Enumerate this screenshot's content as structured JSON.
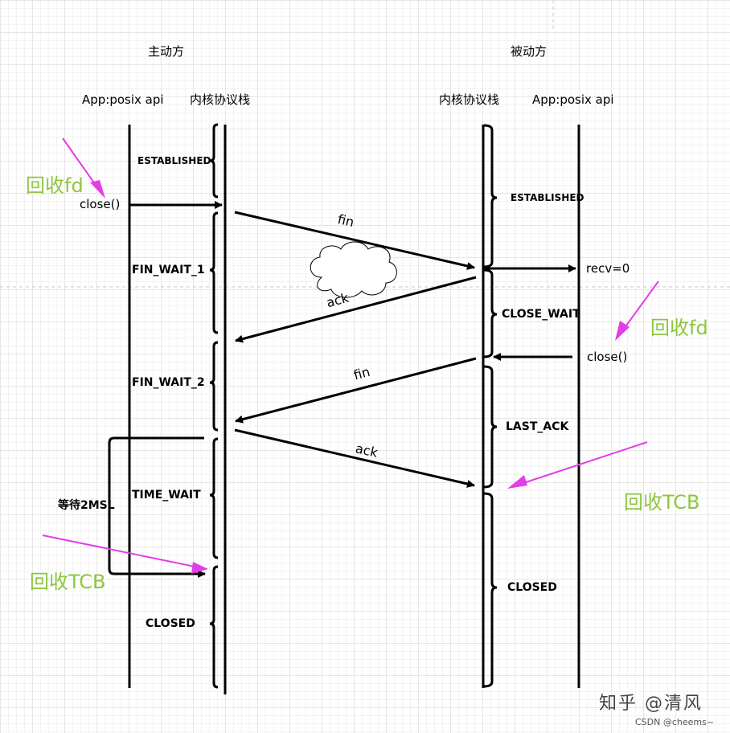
{
  "headers": {
    "active": "主动方",
    "passive": "被动方"
  },
  "columns": {
    "app_left": "App:posix api",
    "kernel_left": "内核协议栈",
    "kernel_right": "内核协议栈",
    "app_right": "App:posix api"
  },
  "left_states": [
    "ESTABLISHED",
    "FIN_WAIT_1",
    "FIN_WAIT_2",
    "TIME_WAIT",
    "CLOSED"
  ],
  "right_states": [
    "ESTABLISHED",
    "CLOSE_WAIT",
    "LAST_ACK",
    "CLOSED"
  ],
  "calls": {
    "left_close": "close()",
    "right_recv": "recv=0",
    "right_close": "close()"
  },
  "messages": {
    "fin1": "fin",
    "ack1": "ack",
    "fin2": "fin",
    "ack2": "ack"
  },
  "wait_label": "等待2MSL",
  "annotations": {
    "recl_fd_left": "回收fd",
    "recl_fd_right": "回收fd",
    "recl_tcb_right": "回收TCB",
    "recl_tcb_left": "回收TCB"
  },
  "watermark": {
    "main": "知乎 @清风",
    "sub": "CSDN @cheems~"
  },
  "colors": {
    "annotation_text": "#8dc63f",
    "annotation_arrow": "#e23ee6",
    "line": "#000000"
  }
}
